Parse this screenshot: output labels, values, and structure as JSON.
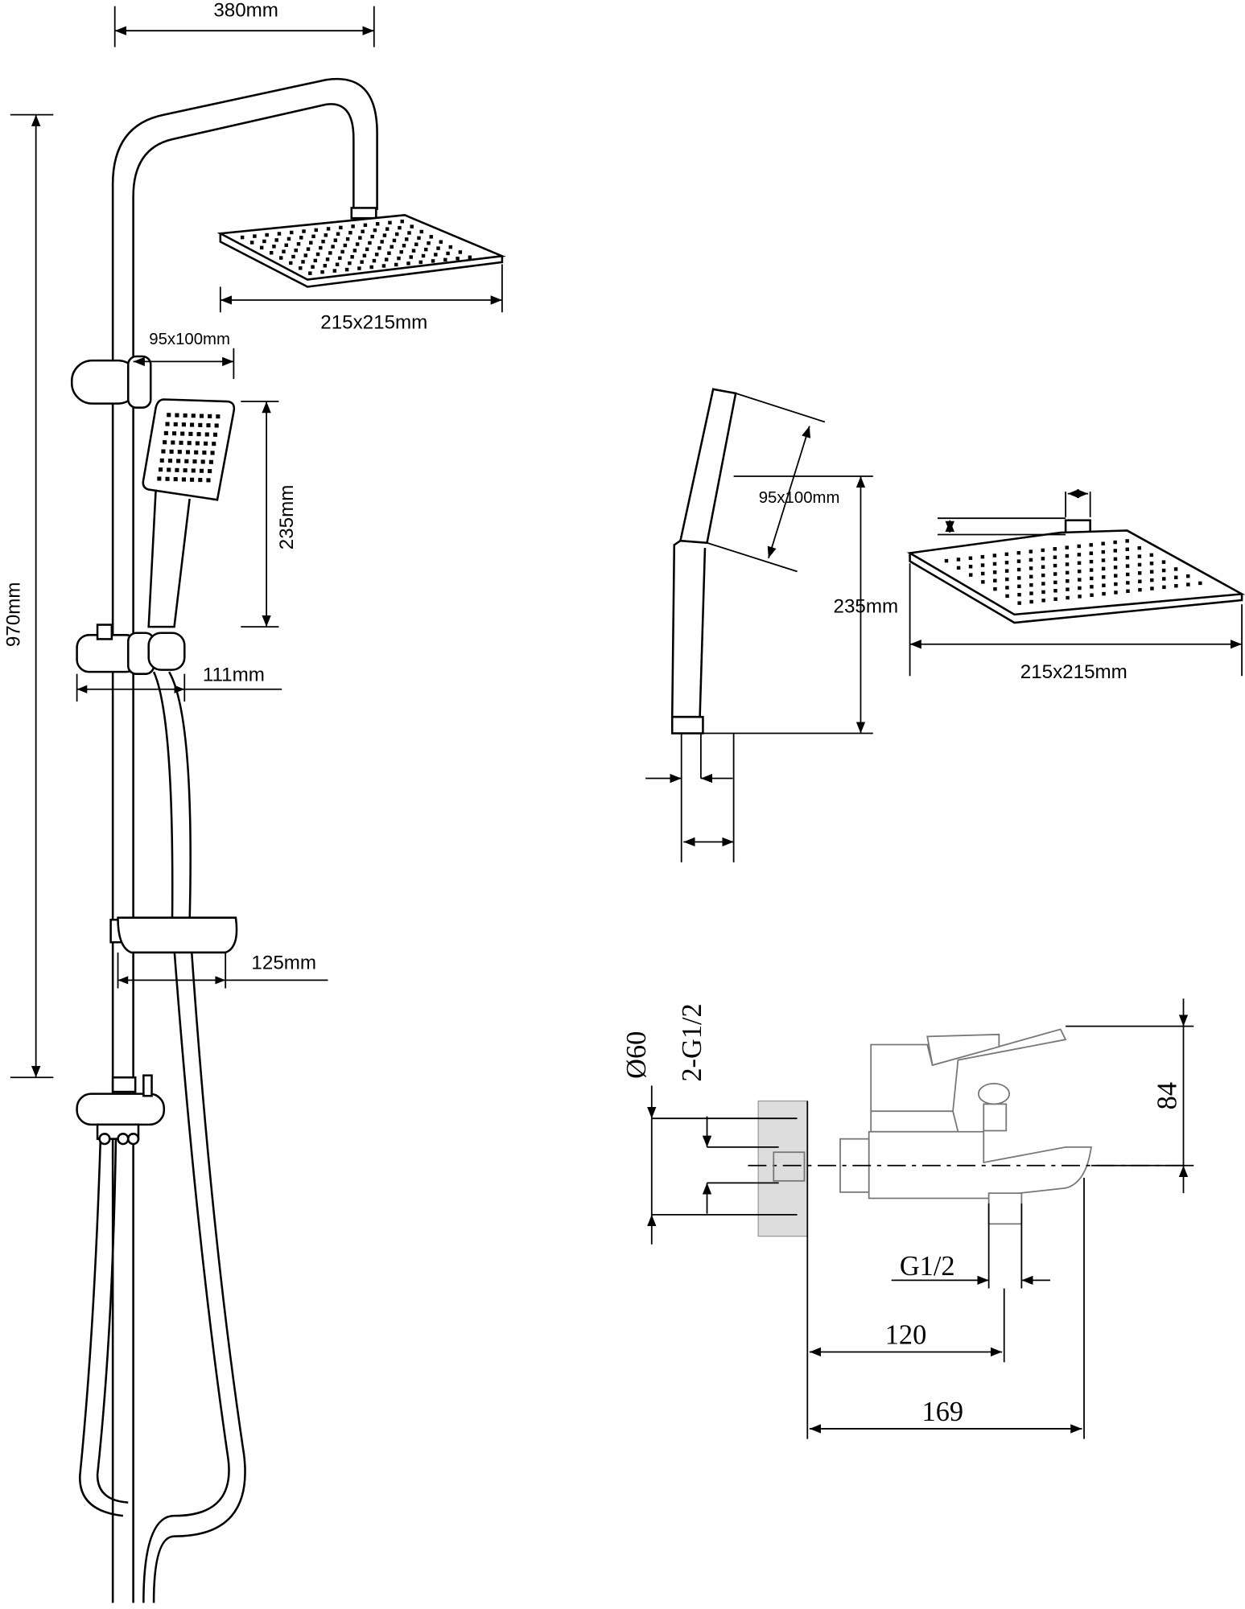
{
  "shower_set": {
    "width_label": "380mm",
    "height_label": "970mm",
    "head_size_label": "215x215mm",
    "hand_size_label": "95x100mm",
    "hand_length_label": "235mm",
    "holder_label": "111mm",
    "soap_dish_label": "125mm"
  },
  "detail_views": {
    "hand_size_label": "95x100mm",
    "hand_length_label": "235mm",
    "head_size_label": "215x215mm"
  },
  "mixer": {
    "diameter_label": "Ø60",
    "inlet_label": "2-G1/2",
    "height_label": "84",
    "outlet_label": "G1/2",
    "depth_label": "120",
    "length_label": "169"
  }
}
